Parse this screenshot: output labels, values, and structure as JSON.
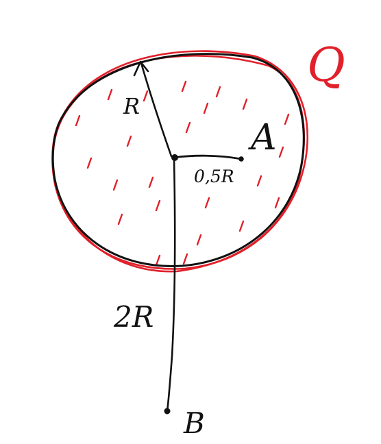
{
  "colors": {
    "ink": "#111111",
    "charge": "#e0202a"
  },
  "labels": {
    "charge_symbol": "Q",
    "radius_label": "R",
    "point_a": "A",
    "offset_label": "0,5R",
    "distance_label": "2R",
    "point_b": "B"
  }
}
